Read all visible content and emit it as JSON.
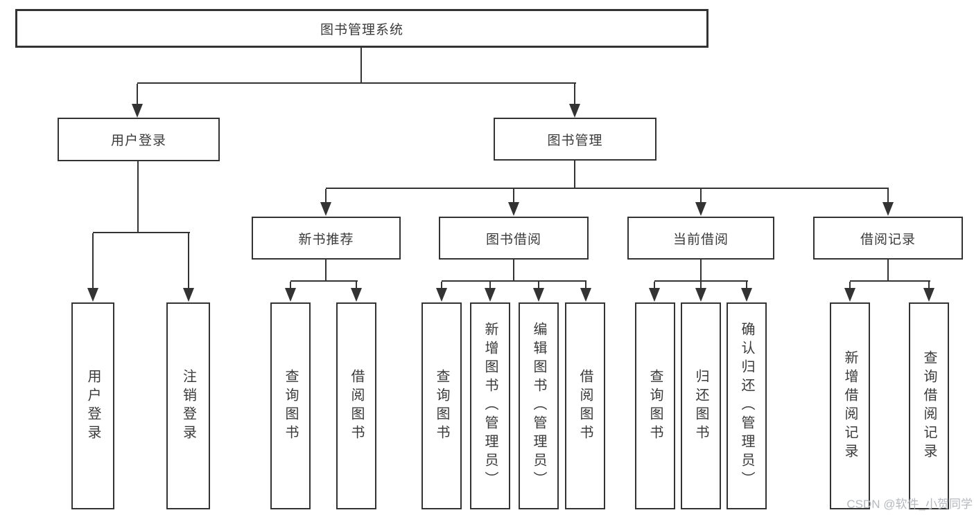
{
  "diagram_type": "hierarchy-tree",
  "colors": {
    "line": "#333333",
    "text": "#3a3a3a",
    "background": "#ffffff",
    "watermark": "#b5b9bd"
  },
  "tree": {
    "root": "图书管理系统",
    "children": [
      {
        "label": "用户登录",
        "children": [
          {
            "label": "用户登录"
          },
          {
            "label": "注销登录"
          }
        ]
      },
      {
        "label": "图书管理",
        "children": [
          {
            "label": "新书推荐",
            "children": [
              {
                "label": "查询图书"
              },
              {
                "label": "借阅图书"
              }
            ]
          },
          {
            "label": "图书借阅",
            "children": [
              {
                "label": "查询图书"
              },
              {
                "label": "新增图书（管理员）"
              },
              {
                "label": "编辑图书（管理员）"
              },
              {
                "label": "借阅图书"
              }
            ]
          },
          {
            "label": "当前借阅",
            "children": [
              {
                "label": "查询图书"
              },
              {
                "label": "归还图书"
              },
              {
                "label": "确认归还（管理员）"
              }
            ]
          },
          {
            "label": "借阅记录",
            "children": [
              {
                "label": "新增借阅记录"
              },
              {
                "label": "查询借阅记录"
              }
            ]
          }
        ]
      }
    ]
  },
  "watermark": {
    "text": "CSDN @软件_小贺同学"
  }
}
